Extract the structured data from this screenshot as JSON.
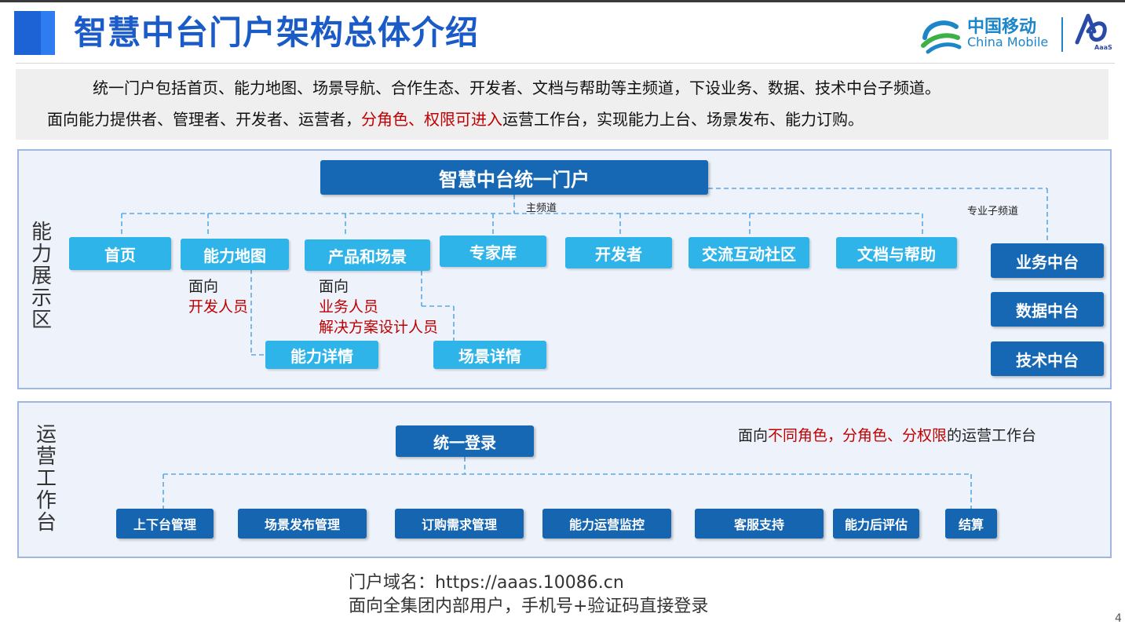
{
  "title": "智慧中台门户架构总体介绍",
  "logo": {
    "cn": "中国移动",
    "en": "China Mobile",
    "aaas": "AaaS"
  },
  "intro": {
    "line1": "统一门户包括首页、能力地图、场景导航、合作生态、开发者、文档与帮助等主频道，下设业务、数据、技术中台子频道。",
    "line2_a": "面向能力提供者、管理者、开发者、运营者，",
    "line2_red": "分角色、权限可进入",
    "line2_b": "运营工作台，实现能力上台、场景发布、能力订购。"
  },
  "display_area": {
    "label": "能力展示区",
    "portal": "智慧中台统一门户",
    "main_channel": "主频道",
    "sub_channel": "专业子频道",
    "channels": [
      "首页",
      "能力地图",
      "产品和场景",
      "专家库",
      "开发者",
      "交流互动社区",
      "文档与帮助"
    ],
    "sub_centers": [
      "业务中台",
      "数据中台",
      "技术中台"
    ],
    "note_map": {
      "prefix": "面向",
      "target": "开发人员"
    },
    "note_product": {
      "prefix": "面向",
      "target1": "业务人员",
      "target2": "解决方案设计人员"
    },
    "details": [
      "能力详情",
      "场景详情"
    ]
  },
  "ops_area": {
    "label": "运营工作台",
    "login": "统一登录",
    "note_prefix": "面向",
    "note_red": "不同角色，分角色、分权限",
    "note_suffix": "的运营工作台",
    "functions": [
      "上下台管理",
      "场景发布管理",
      "订购需求管理",
      "能力运营监控",
      "客服支持",
      "能力后评估",
      "结算"
    ]
  },
  "footer": {
    "line1": "门户域名：https://aaas.10086.cn",
    "line2": "面向全集团内部用户，手机号+验证码直接登录"
  },
  "page_number": "4",
  "colors": {
    "title": "#1b5bc8",
    "light_box": "#2fb4ea",
    "dark_box": "#1668b4",
    "accent_red": "#c00000",
    "connector": "#5aa9e6"
  }
}
